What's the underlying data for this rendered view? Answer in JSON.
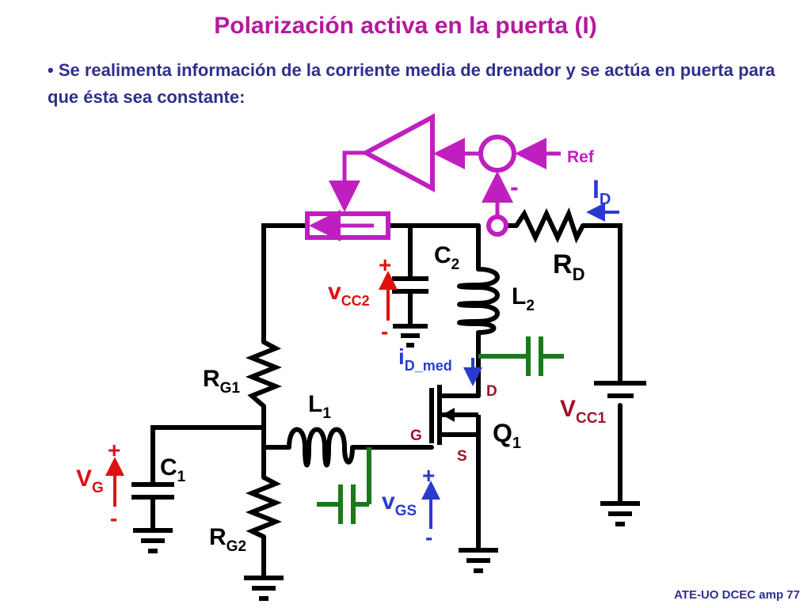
{
  "title": "Polarización activa en la puerta (I)",
  "bullet": "• Se realimenta información de la corriente media de drenador y se actúa en puerta para que ésta sea constante:",
  "footer": "ATE-UO DCEC amp 77",
  "labels": {
    "ref": "Ref",
    "minus_top": "-",
    "id_main": "I",
    "id_sub": "D",
    "c2_main": "C",
    "c2_sub": "2",
    "rd_main": "R",
    "rd_sub": "D",
    "vcc2_plus": "+",
    "vcc2_main": "v",
    "vcc2_sub": "CC2",
    "vcc2_minus": "-",
    "l2_main": "L",
    "l2_sub": "2",
    "idmed_main": "i",
    "idmed_sub": "D_med",
    "d": "D",
    "g": "G",
    "s": "S",
    "rg1_main": "R",
    "rg1_sub": "G1",
    "l1_main": "L",
    "l1_sub": "1",
    "vcc1_main": "V",
    "vcc1_sub": "CC1",
    "q1_main": "Q",
    "q1_sub": "1",
    "vg_plus": "+",
    "vg_main": "V",
    "vg_sub": "G",
    "vg_minus": "-",
    "c1_main": "C",
    "c1_sub": "1",
    "vgs_plus": "+",
    "vgs_main": "v",
    "vgs_sub": "GS",
    "vgs_minus": "-",
    "rg2_main": "R",
    "rg2_sub": "G2"
  },
  "colors": {
    "title": "#b5199d",
    "text": "#2f2f8f",
    "wire": "#000000",
    "feedback": "#c01fc0",
    "decoupling": "#1a7a1a",
    "voltage_arrow": "#e01010",
    "current_arrow": "#2a3ad0",
    "terminal_label": "#a0102a"
  }
}
